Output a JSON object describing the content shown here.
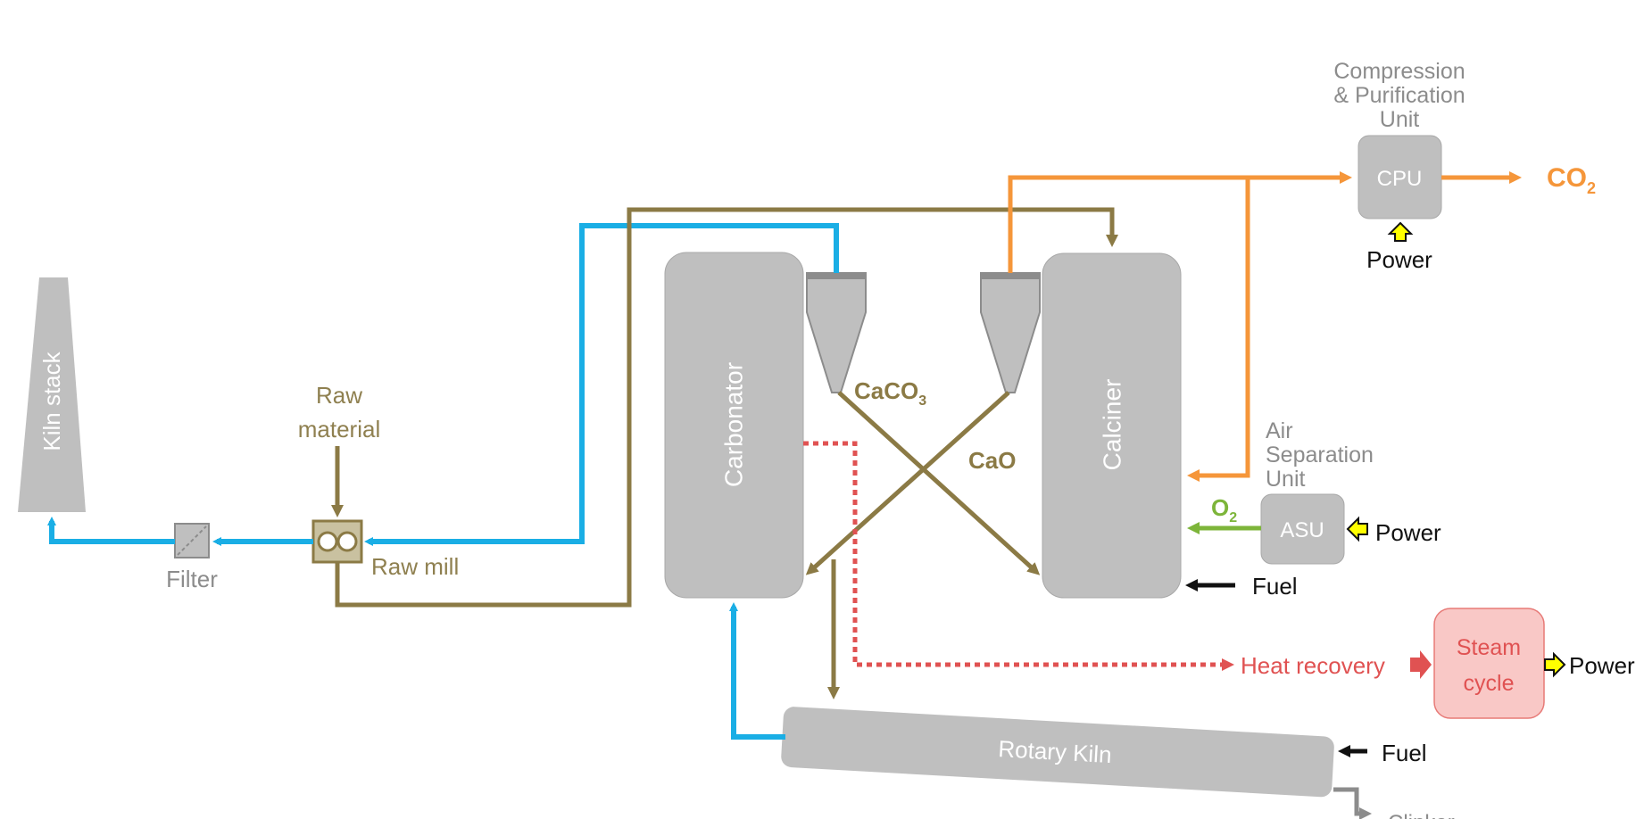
{
  "units": {
    "kiln_stack": "Kiln stack",
    "carbonator": "Carbonator",
    "calciner": "Calciner",
    "rotary_kiln": "Rotary Kiln",
    "cpu": "CPU",
    "asu": "ASU",
    "steam_cycle_line1": "Steam",
    "steam_cycle_line2": "cycle"
  },
  "annotations": {
    "cpu_title_line1": "Compression",
    "cpu_title_line2": "& Purification",
    "cpu_title_line3": "Unit",
    "asu_title_line1": "Air",
    "asu_title_line2": "Separation",
    "asu_title_line3": "Unit",
    "raw_material_line1": "Raw",
    "raw_material_line2": "material",
    "raw_mill": "Raw mill",
    "filter": "Filter",
    "heat_recovery": "Heat recovery",
    "clinker": "Clinker"
  },
  "streams": {
    "co2_main": "CO",
    "co2_sub": "2",
    "o2_main": "O",
    "o2_sub": "2",
    "caco3_main": "CaCO",
    "caco3_sub": "3",
    "cao": "CaO",
    "fuel_calciner": "Fuel",
    "fuel_kiln": "Fuel",
    "power_cpu": "Power",
    "power_asu": "Power",
    "power_steam": "Power"
  },
  "colors": {
    "flue_gas": "#1aaee5",
    "solids": "#8b7a45",
    "co2": "#f5963a",
    "oxygen": "#7db53a",
    "heat": "#e05252",
    "equipment": "#bfbfbf",
    "power": "#ffff00"
  }
}
